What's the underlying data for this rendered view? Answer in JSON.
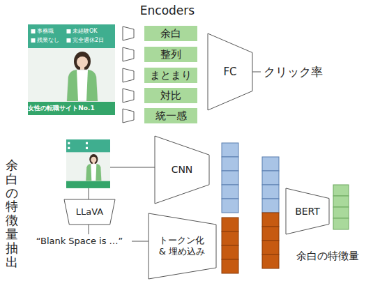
{
  "diagram": {
    "nodes": [
      {
        "text": [
          "余白"
        ]
      },
      {
        "text": [
          "整列"
        ]
      },
      {
        "text": [
          "まとまり"
        ]
      },
      {
        "text": [
          "対比"
        ]
      },
      {
        "text": [
          "統一感"
        ]
      },
      {
        "text": [
          "FC"
        ]
      },
      {
        "text": [
          "CNN"
        ]
      },
      {
        "text": [
          "LLaVA"
        ]
      },
      {
        "text": [
          "トークン化 & 埋め込み"
        ]
      },
      {
        "text": [
          "BERT"
        ]
      }
    ],
    "labels": [
      "Encoders",
      "事務職",
      "未経験OK",
      "残業なし",
      "完全週休2日",
      "女性の転職サイトNo.1",
      "クリック率",
      "余白の特徴量抽出",
      "“Blank Space is …”",
      "余白の特徴量"
    ]
  }
}
